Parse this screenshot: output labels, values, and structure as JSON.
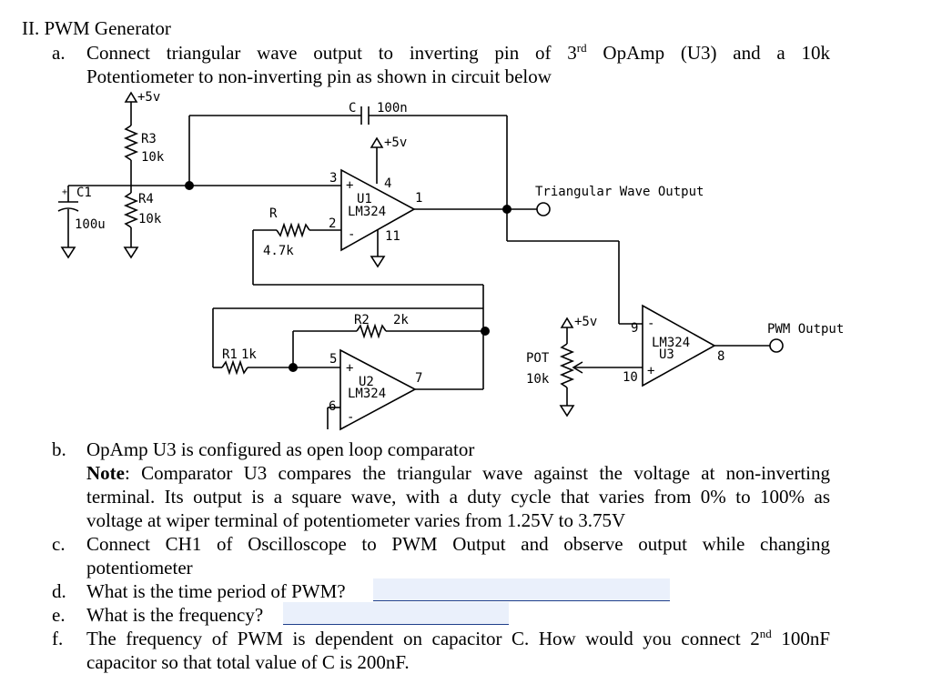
{
  "heading": "II. PWM Generator",
  "items": {
    "a": {
      "marker": "a.",
      "line1_pre": "Connect triangular wave output to inverting pin of 3",
      "line1_sup": "rd",
      "line1_post": " OpAmp (U3) and a 10k",
      "line2": "Potentiometer to non-inverting pin as shown in circuit below"
    },
    "b": {
      "marker": "b.",
      "text": "OpAmp U3 is configured as open loop comparator"
    },
    "note": {
      "label": "Note",
      "line1": ": Comparator U3 compares the triangular wave against the voltage at non-inverting",
      "line2": "terminal. Its output is a square wave, with a duty cycle that varies from 0% to 100% as",
      "line3": "voltage at wiper terminal of potentiometer varies from 1.25V to 3.75V"
    },
    "c": {
      "marker": "c.",
      "line1": "Connect CH1 of Oscilloscope to PWM Output and observe output while changing",
      "line2": "potentiometer"
    },
    "d": {
      "marker": "d.",
      "text": "What is the time period of PWM?"
    },
    "e": {
      "marker": "e.",
      "text": "What is the frequency?"
    },
    "f": {
      "marker": "f.",
      "line1_pre": "The frequency of PWM is dependent on capacitor C. How would you connect 2",
      "line1_sup": "nd",
      "line1_post": " 100nF",
      "line2": "capacitor so that total value of C is 200nF."
    }
  },
  "circuit": {
    "vcc_top": "+5v",
    "r3": "R3",
    "r3_val": "10k",
    "r4": "R4",
    "r4_val": "10k",
    "c1": "C1",
    "c1_val": "100u",
    "c": "C",
    "c_val": "100n",
    "u1_vcc": "+5v",
    "u1": "U1",
    "u1_part": "LM324",
    "u1_pin3": "3",
    "u1_pin4": "4",
    "u1_pin2": "2",
    "u1_pin1": "1",
    "u1_pin11": "11",
    "plus": "+",
    "minus": "-",
    "r": "R",
    "r_val": "4.7k",
    "tri_label": "Triangular Wave Output",
    "r2": "R2",
    "r2_val": "2k",
    "r1": "R1",
    "r1_val": "1k",
    "u2": "U2",
    "u2_part": "LM324",
    "u2_pin5": "5",
    "u2_pin6": "6",
    "u2_pin7": "7",
    "pot_vcc": "+5v",
    "pot": "POT",
    "pot_val": "10k",
    "u3_part": "LM324",
    "u3": "U3",
    "u3_pin9": "9",
    "u3_pin10": "10",
    "u3_pin8": "8",
    "pwm_label": "PWM Output"
  }
}
